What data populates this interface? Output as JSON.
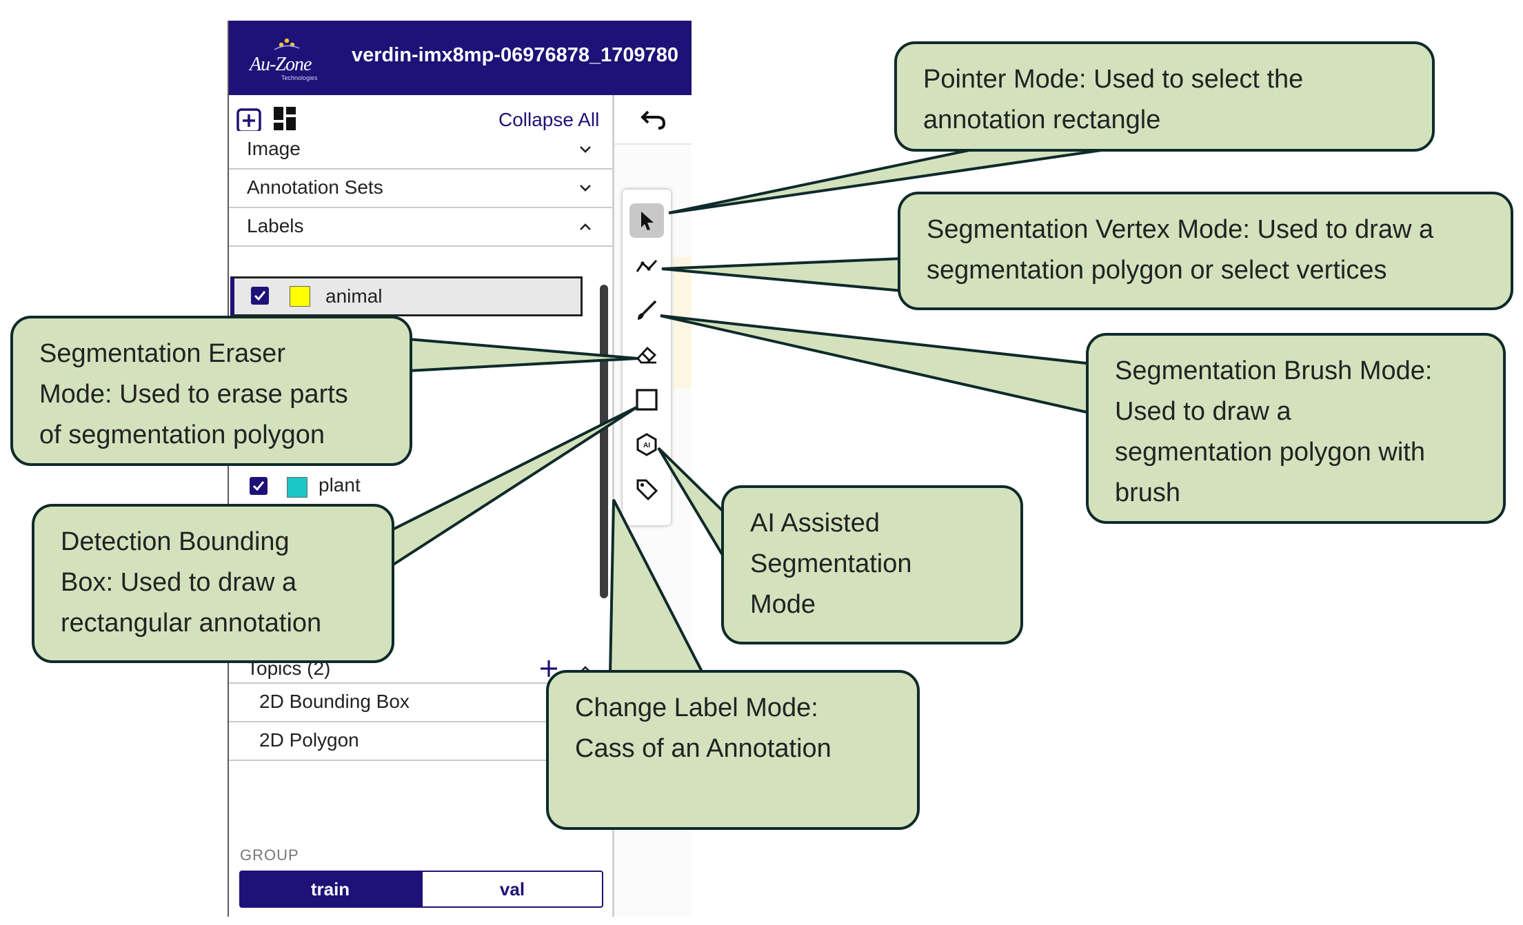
{
  "header": {
    "title": "verdin-imx8mp-06976878_1709780",
    "logo_text": "Au-Zone",
    "logo_subtext": "Technologies"
  },
  "sidebar": {
    "collapse_all": "Collapse All",
    "sections": [
      {
        "label": "Image"
      },
      {
        "label": "Annotation Sets"
      },
      {
        "label": "Labels"
      }
    ],
    "labels": [
      {
        "name": "animal",
        "color": "#ffff00"
      },
      {
        "name": "plant",
        "color": "#1bc6c6"
      }
    ],
    "topics": {
      "title": "Topics (2)",
      "items": [
        {
          "label": "2D Bounding Box"
        },
        {
          "label": "2D Polygon"
        }
      ]
    },
    "group": {
      "title": "GROUP",
      "options": [
        "train",
        "val"
      ],
      "selected": "train"
    }
  },
  "toolbar": {
    "tools": [
      "pointer",
      "segmentation-vertex",
      "segmentation-brush",
      "segmentation-eraser",
      "bounding-box",
      "ai-assisted",
      "change-label"
    ],
    "active": "pointer"
  },
  "callouts": {
    "pointer": "Pointer Mode: Used to select the\nannotation rectangle",
    "vertex": "Segmentation Vertex Mode: Used to draw a\nsegmentation polygon or select vertices",
    "brush": "Segmentation Brush Mode:\nUsed to draw a\nsegmentation polygon with\nbrush",
    "eraser": "Segmentation Eraser\nMode: Used to erase parts\nof segmentation polygon",
    "bbox": "Detection Bounding\nBox: Used to draw a\nrectangular annotation",
    "ai": "AI Assisted\nSegmentation\nMode",
    "label": "Change Label Mode:\nCass of an Annotation"
  },
  "colors": {
    "header_bg": "#1e1177",
    "accent": "#1e1177",
    "callout_bg": "#d3e2bd",
    "callout_border": "#0f2a2a"
  }
}
